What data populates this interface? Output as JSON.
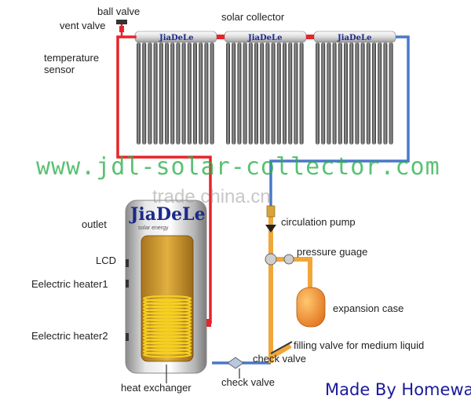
{
  "brand": {
    "name": "JiaDeLe",
    "tagline": "solar energy"
  },
  "labels": {
    "ball_valve": "ball valve",
    "vent_valve": "vent valve",
    "solar_collector": "solar collector",
    "temperature_sensor": "temperature sensor",
    "outlet": "outlet",
    "circulation_pump": "circulation pump",
    "lcd": "LCD",
    "pressure_guage": "pressure guage",
    "eelectric_heater1": "Eelectric heater1",
    "expansion_case": "expansion case",
    "eelectric_heater2": "Eelectric heater2",
    "filling_valve": "filling valve for medium liquid",
    "check_valve_1": "check valve",
    "heat_exchanger": "heat exchanger",
    "check_valve_2": "check valve"
  },
  "watermarks": {
    "site": "www.jdl-solar-collector.com",
    "trade": "trade.china.cn"
  },
  "credit": "Made By Homeway Yan",
  "colors": {
    "hot_pipe": "#e5252a",
    "cold_pipe": "#4a78c8",
    "loop_pipe": "#f0a63a",
    "watermark": "#2bb04a",
    "credit": "#1a1a9a"
  }
}
